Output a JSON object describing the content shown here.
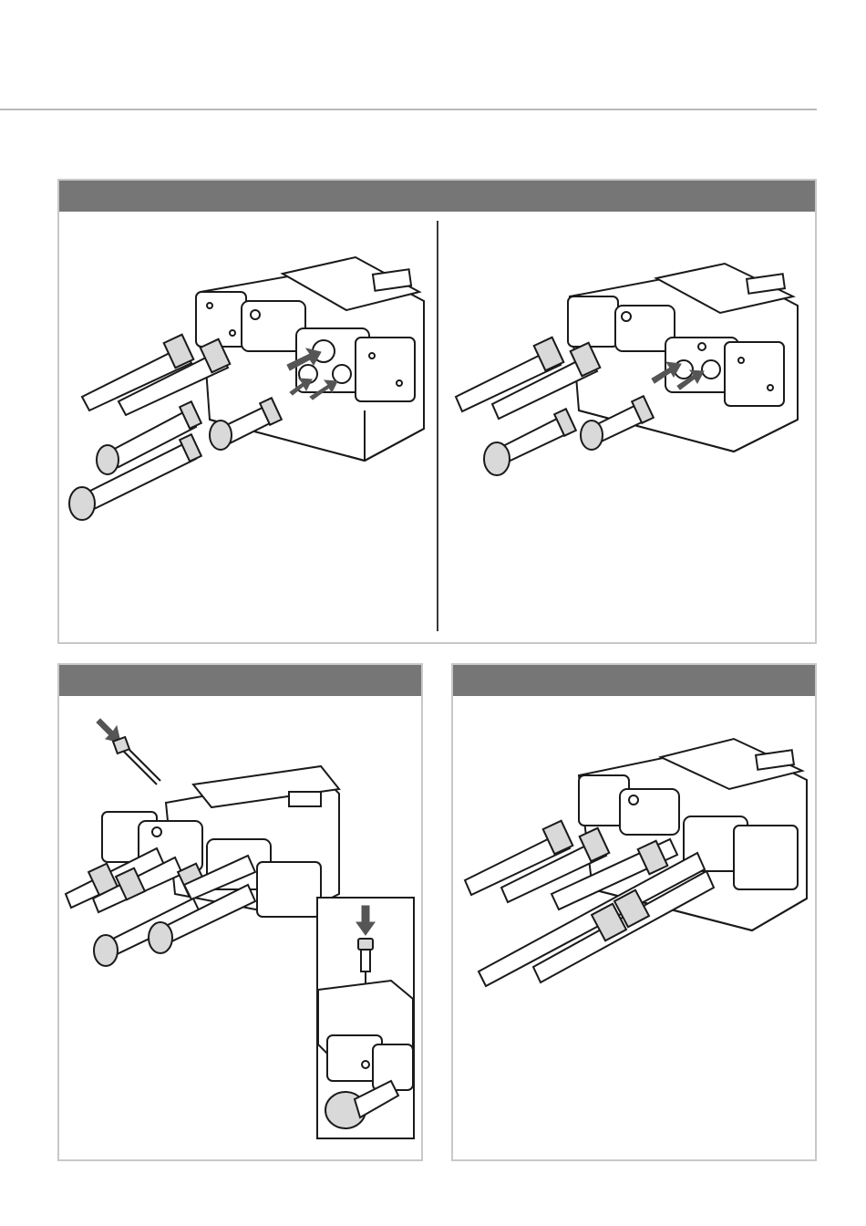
{
  "header": {
    "rule_color": "#b9b9b9"
  },
  "panels": [
    {
      "id": "panel-top",
      "bar_label": ""
    },
    {
      "id": "panel-bottom-left",
      "bar_label": ""
    },
    {
      "id": "panel-bottom-right",
      "bar_label": ""
    }
  ],
  "colors": {
    "bar": "#767676",
    "border": "#c8c8c8",
    "line": "#1a1a1a",
    "arrow": "#555555"
  }
}
